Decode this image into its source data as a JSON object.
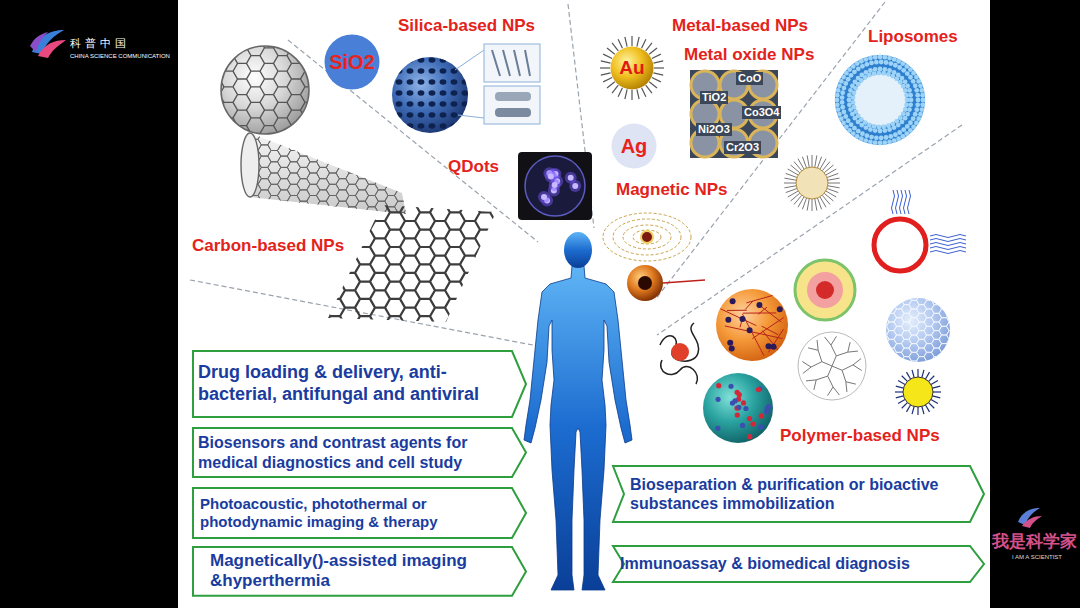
{
  "diagram": {
    "nodes": [
      {
        "text": [
          "SiO2"
        ]
      },
      {
        "text": [
          "Au"
        ]
      },
      {
        "text": [
          "Ag"
        ]
      },
      {
        "text": [
          "Drug loading & delivery, anti-bacterial, antifungal and antiviral"
        ]
      },
      {
        "text": [
          "Biosensors and contrast agents for medical diagnostics and cell study"
        ]
      },
      {
        "text": [
          "Bioseparation & purification or bioactive substances immobilization"
        ]
      },
      {
        "text": [
          "Photoacoustic, photothermal or photodynamic imaging & therapy"
        ]
      },
      {
        "text": [
          "Magnetically()-assisted imaging &hyperthermia"
        ]
      },
      {
        "text": [
          "Immunoassay & biomedical diagnosis"
        ]
      }
    ],
    "labels": [
      "Silica-based NPs",
      "QDots",
      "Metal-based NPs",
      "Metal oxide NPs",
      "CoO",
      "TiO2",
      "Co3O4",
      "Ni2O3",
      "Cr2O3",
      "Liposomes",
      "Magnetic NPs",
      "Carbon-based NPs",
      "Polymer-based NPs",
      "科普中国",
      "CHINA SCIENCE COMMUNICATION",
      "我是科学家",
      "I AM A SCIENTIST"
    ]
  }
}
